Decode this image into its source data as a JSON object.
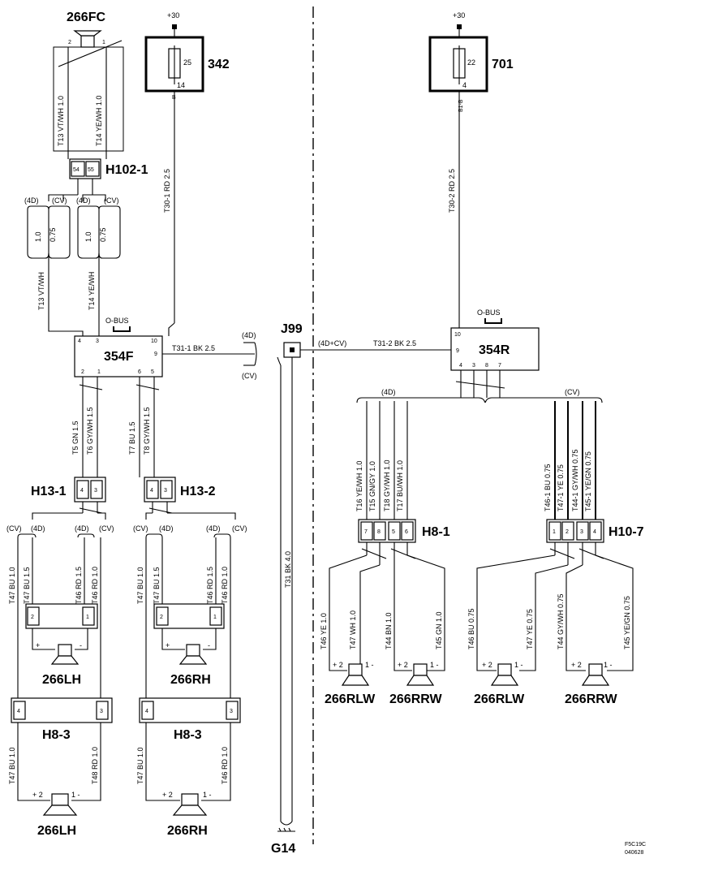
{
  "power": {
    "plus30_left": "+30",
    "plus30_right": "+30"
  },
  "fuses": {
    "f342": {
      "name": "342",
      "pin_top": "25",
      "pin_bottom": "14",
      "out": "B"
    },
    "f701": {
      "name": "701",
      "pin_top": "22",
      "pin_bottom": "4",
      "out": "B1-B"
    }
  },
  "speaker_fc": {
    "name": "266FC",
    "pin_a": "2",
    "pin_b": "1"
  },
  "connector_h102": {
    "name": "H102-1",
    "pin_a": "54",
    "pin_b": "55"
  },
  "wires": {
    "t13_top": "T13  VT/WH  1.0",
    "t14_top": "T14  YE/WH  1.0",
    "t13_low": "T13  VT/WH",
    "t14_low": "T14  YE/WH",
    "opt_4d": "(4D)",
    "opt_cv": "(CV)",
    "opt_4dcv": "(4D+CV)",
    "size_10": "1.0",
    "size_075": "0.75",
    "t30_1": "T30-1  RD  2.5",
    "t30_2": "T30-2  RD  2.5",
    "t31_1": "T31-1  BK  2.5",
    "t31_2": "T31-2  BK  2.5",
    "t31_main": "T31  BK  4.0",
    "t5": "T5  GN  1.5",
    "t6": "T6  GY/WH  1.5",
    "t7": "T7  BU  1.5",
    "t8": "T8  GY/WH  1.5",
    "t47_10": "T47  BU  1.0",
    "t47_15": "T47  BU  1.5",
    "t46_15": "T46  RD  1.5",
    "t46_10": "T46  RD  1.0",
    "t48_10": "T48  RD  1.0",
    "t16": "T16  YE/WH  1.0",
    "t15": "T15  GN/GY  1.0",
    "t18": "T18  GY/WH  1.0",
    "t17": "T17  BU/WH  1.0",
    "t46_1": "T46-1  BU  0.75",
    "t47_1": "T47-1  YE  0.75",
    "t44_1": "T44-1  GY/WH  0.75",
    "t45_1": "T45-1  YE/GN  0.75",
    "t46_ye": "T46  YE  1.0",
    "t47_wh": "T47  WH  1.0",
    "t44_bn": "T44  BN  1.0",
    "t45_gn": "T45  GN  1.0",
    "t46_bu075": "T46  BU  0.75",
    "t47_ye075": "T47  YE  0.75",
    "t44_gywh075": "T44  GY/WH  0.75",
    "t45_yegn075": "T45  YE/GN  0.75"
  },
  "modules": {
    "m354f": {
      "name": "354F",
      "bus": "O-BUS",
      "pins": [
        "4",
        "3",
        "10",
        "9",
        "2",
        "1",
        "6",
        "5"
      ]
    },
    "m354r": {
      "name": "354R",
      "bus": "O-BUS",
      "pins": [
        "10",
        "9",
        "4",
        "3",
        "8",
        "7"
      ]
    }
  },
  "junction": {
    "name": "J99",
    "ground": "G14"
  },
  "connectors": {
    "h13_1": {
      "name": "H13-1",
      "pins": [
        "4",
        "3"
      ]
    },
    "h13_2": {
      "name": "H13-2",
      "pins": [
        "4",
        "3"
      ]
    },
    "h8_1": {
      "name": "H8-1",
      "pins": [
        "7",
        "8",
        "5",
        "6"
      ]
    },
    "h10_7": {
      "name": "H10-7",
      "pins": [
        "1",
        "2",
        "3",
        "4"
      ]
    },
    "h8_3": {
      "name": "H8-3",
      "pins": [
        "4",
        "3"
      ]
    },
    "pins21": [
      "2",
      "1"
    ]
  },
  "speakers": {
    "lh": "266LH",
    "rh": "266RH",
    "rlw": "266RLW",
    "rrw": "266RRW",
    "plus2": "+ 2",
    "minus1": "1 -",
    "plus": "+",
    "minus": "-"
  },
  "footer": {
    "code1": "F5C19C",
    "code2": "040628"
  }
}
